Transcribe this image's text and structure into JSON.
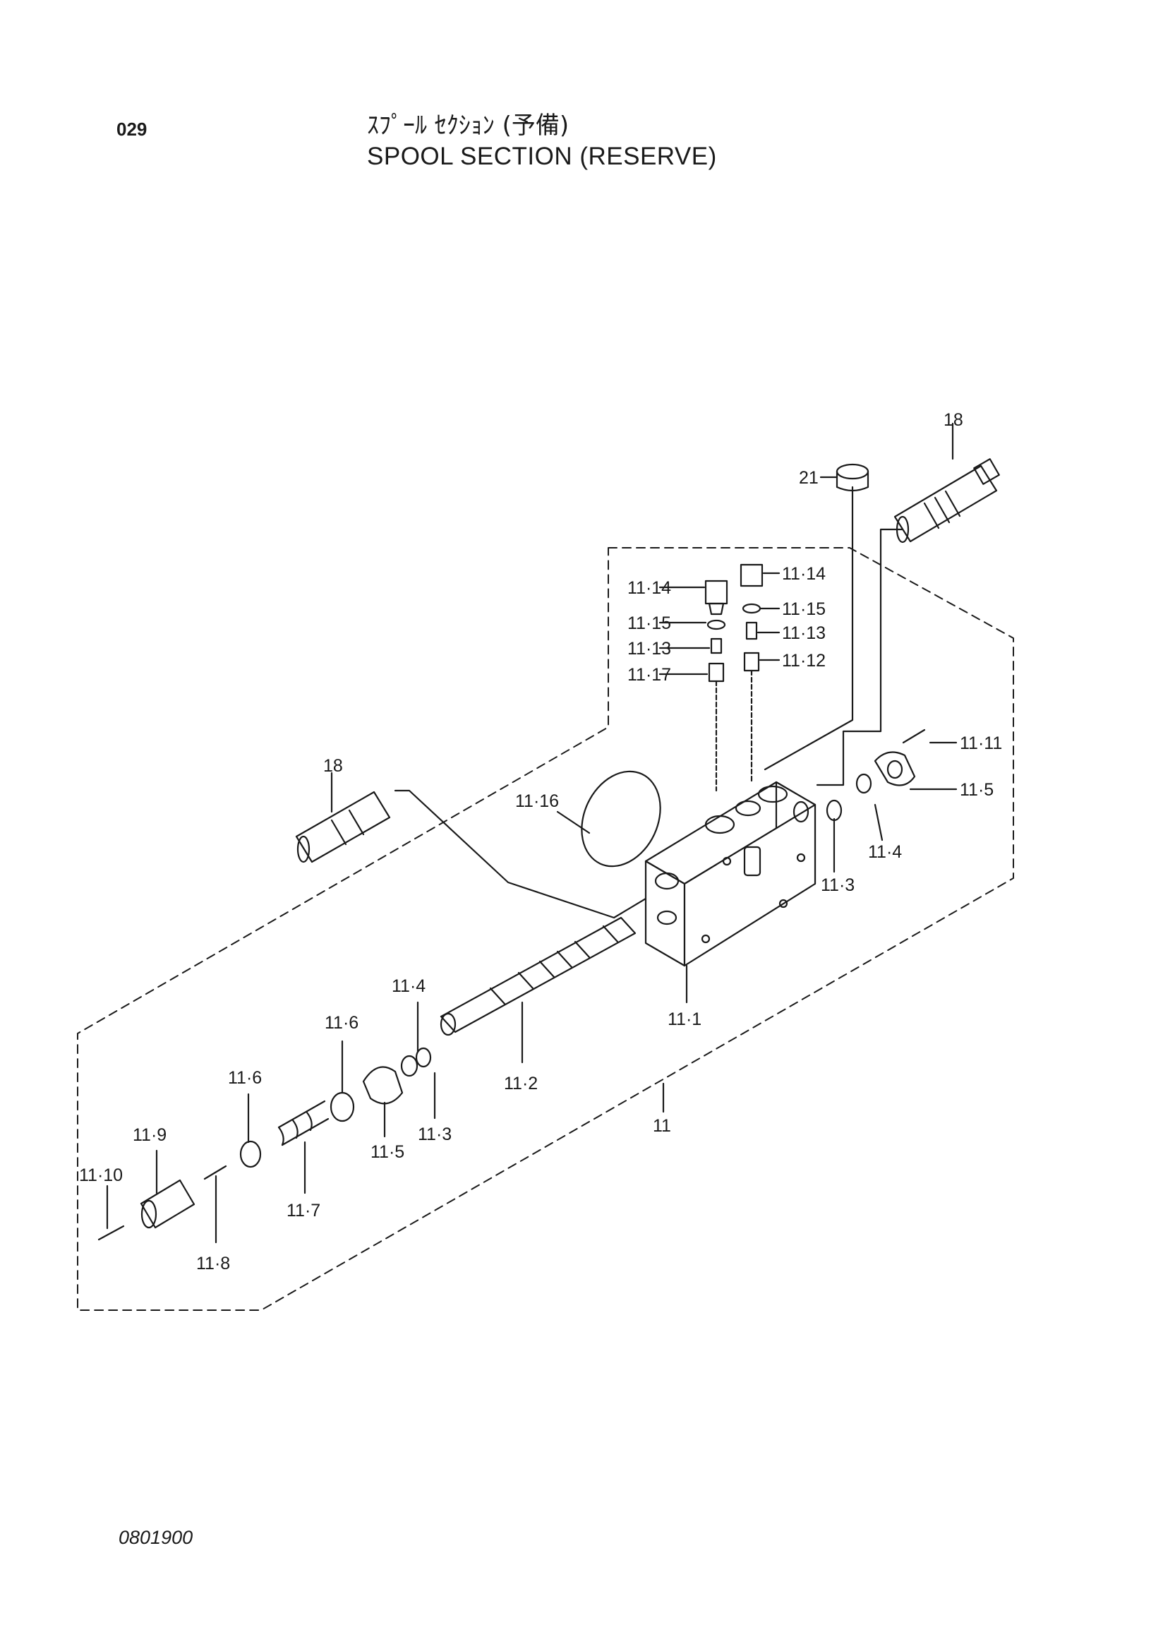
{
  "header": {
    "page_number": "029",
    "title_jp": "ｽﾌﾟｰﾙ ｾｸｼｮﾝ (予備)",
    "title_en": "SPOOL  SECTION (RESERVE)"
  },
  "footer": {
    "document_code": "0801900"
  },
  "callouts": {
    "c18_right": "18",
    "c21": "21",
    "c11_14_left": "11·14",
    "c11_14_right": "11·14",
    "c11_15_left": "11·15",
    "c11_15_right": "11·15",
    "c11_13_left": "11·13",
    "c11_13_right": "11·13",
    "c11_17": "11·17",
    "c11_12": "11·12",
    "c11_11": "11·11",
    "c11_5_right": "11·5",
    "c18_left": "18",
    "c11_16": "11·16",
    "c11_4_right": "11·4",
    "c11_3_right": "11·3",
    "c11_1": "11·1",
    "c11_4_left": "11·4",
    "c11_6_upper": "11·6",
    "c11_6_lower": "11·6",
    "c11_2": "11·2",
    "c11": "11",
    "c11_9": "11·9",
    "c11_3_left": "11·3",
    "c11_5_left": "11·5",
    "c11_10": "11·10",
    "c11_7": "11·7",
    "c11_8": "11·8"
  }
}
